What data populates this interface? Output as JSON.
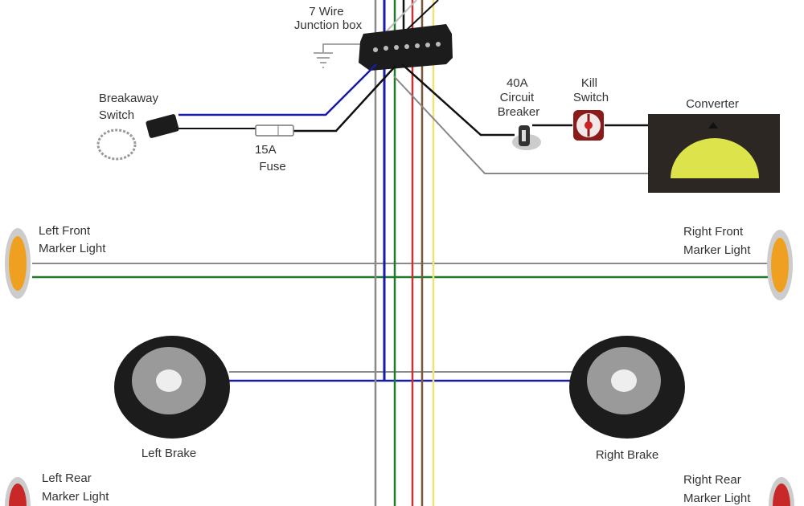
{
  "title": "Trailer wiring diagram",
  "labels": {
    "junction_box": [
      "7 Wire",
      "Junction box"
    ],
    "breakaway": [
      "Breakaway",
      "Switch"
    ],
    "fuse": [
      "15A",
      "Fuse"
    ],
    "breaker": [
      "40A",
      "Circuit",
      "Breaker"
    ],
    "kill_switch": [
      "Kill",
      "Switch"
    ],
    "converter": "Converter",
    "left_front": [
      "Left Front",
      "Marker Light"
    ],
    "right_front": [
      "Right Front",
      "Marker Light"
    ],
    "left_brake": "Left Brake",
    "right_brake": "Right Brake",
    "left_rear": [
      "Left Rear",
      "Marker Light"
    ],
    "right_rear": [
      "Right Rear",
      "Marker Light"
    ]
  },
  "wire_colors": {
    "gray": "#8a8a8a",
    "blue": "#1a1aa8",
    "green": "#1f7a2a",
    "red": "#c83434",
    "brown": "#7a5a3c",
    "yellow": "#f0e27a",
    "black": "#111111"
  }
}
